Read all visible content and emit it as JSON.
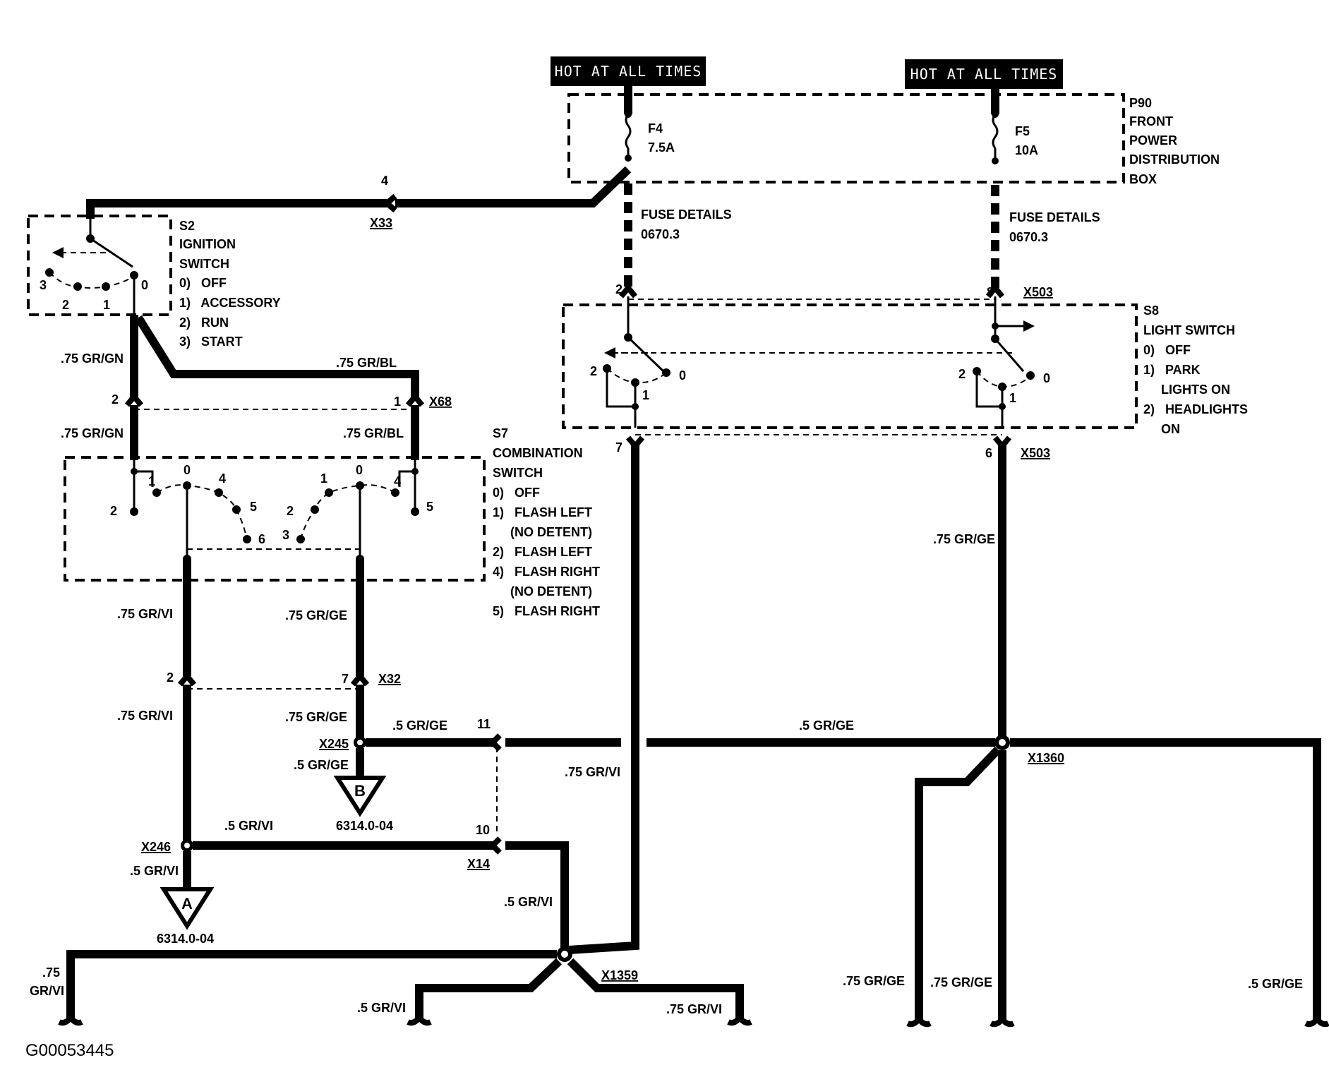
{
  "hot_labels": [
    "HOT AT ALL TIMES",
    "HOT AT ALL TIMES"
  ],
  "power_box": {
    "id": "P90",
    "lines": [
      "FRONT",
      "POWER",
      "DISTRIBUTION",
      "BOX"
    ]
  },
  "fuses": [
    {
      "id": "F4",
      "rating": "7.5A",
      "details": "FUSE DETAILS",
      "details_ref": "0670.3"
    },
    {
      "id": "F5",
      "rating": "10A",
      "details": "FUSE DETAILS",
      "details_ref": "0670.3"
    }
  ],
  "ignition_switch": {
    "id": "S2",
    "name_lines": [
      "IGNITION",
      "SWITCH"
    ],
    "positions": [
      "0)   OFF",
      "1)   ACCESSORY",
      "2)   RUN",
      "3)   START"
    ],
    "contacts": [
      "3",
      "2",
      "1",
      "0"
    ]
  },
  "light_switch": {
    "id": "S8",
    "name": "LIGHT SWITCH",
    "positions": [
      "0)   OFF",
      "1)   PARK",
      "     LIGHTS ON",
      "2)   HEADLIGHTS",
      "     ON"
    ],
    "contacts_left": [
      "2",
      "0",
      "1"
    ],
    "contacts_right": [
      "2",
      "0",
      "1"
    ]
  },
  "combination_switch": {
    "id": "S7",
    "name_lines": [
      "COMBINATION",
      "SWITCH"
    ],
    "positions": [
      "0)   OFF",
      "1)   FLASH LEFT",
      "     (NO DETENT)",
      "2)   FLASH LEFT",
      "4)   FLASH RIGHT",
      "     (NO DETENT)",
      "5)   FLASH RIGHT"
    ],
    "contacts_left": [
      "1",
      "0",
      "4",
      "2",
      "5",
      "6"
    ],
    "contacts_right": [
      "1",
      "0",
      "4",
      "2",
      "5",
      "3"
    ]
  },
  "connectors": {
    "x33": {
      "id": "X33",
      "pin": "4"
    },
    "x68": {
      "id": "X68",
      "pins": [
        "2",
        "1"
      ]
    },
    "x503_top": {
      "id": "X503",
      "pins": [
        "2",
        "8"
      ]
    },
    "x503_bottom": {
      "id": "X503",
      "pins": [
        "7",
        "6"
      ]
    },
    "x32": {
      "id": "X32",
      "pins": [
        "2",
        "7"
      ]
    },
    "x14": {
      "id": "X14",
      "pins": [
        "11",
        "10"
      ]
    },
    "x245": {
      "id": "X245"
    },
    "x246": {
      "id": "X246"
    },
    "x1359": {
      "id": "X1359"
    },
    "x1360": {
      "id": "X1360"
    }
  },
  "grounds": [
    {
      "letter": "A",
      "ref": "6314.0-04"
    },
    {
      "letter": "B",
      "ref": "6314.0-04"
    }
  ],
  "wires": {
    "gr_gn_1": ".75 GR/GN",
    "gr_bl_1": ".75 GR/BL",
    "gr_gn_2": ".75 GR/GN",
    "gr_bl_2": ".75 GR/BL",
    "gr_vi_1": ".75 GR/VI",
    "gr_ge_1": ".75 GR/GE",
    "gr_vi_2": ".75 GR/VI",
    "gr_ge_2": ".75 GR/GE",
    "s_gr_ge_a": ".5 GR/GE",
    "s_gr_ge_b": ".5 GR/GE",
    "s_gr_ge_c": ".5 GR/GE",
    "gr_vi_center": ".75 GR/VI",
    "s_gr_vi_a": ".5 GR/VI",
    "s_gr_vi_b": ".5 GR/VI",
    "s_gr_vi_c": ".5 GR/VI",
    "gr_ge_right": ".75 GR/GE",
    "out_gr_vi_left_1": ".75",
    "out_gr_vi_left_2": "GR/VI",
    "out_s_gr_vi": ".5 GR/VI",
    "out_gr_vi_r": ".75 GR/VI",
    "out_gr_ge_1": ".75 GR/GE",
    "out_gr_ge_2": ".75 GR/GE",
    "out_s_gr_ge": ".5 GR/GE"
  },
  "figure_id": "G00053445"
}
